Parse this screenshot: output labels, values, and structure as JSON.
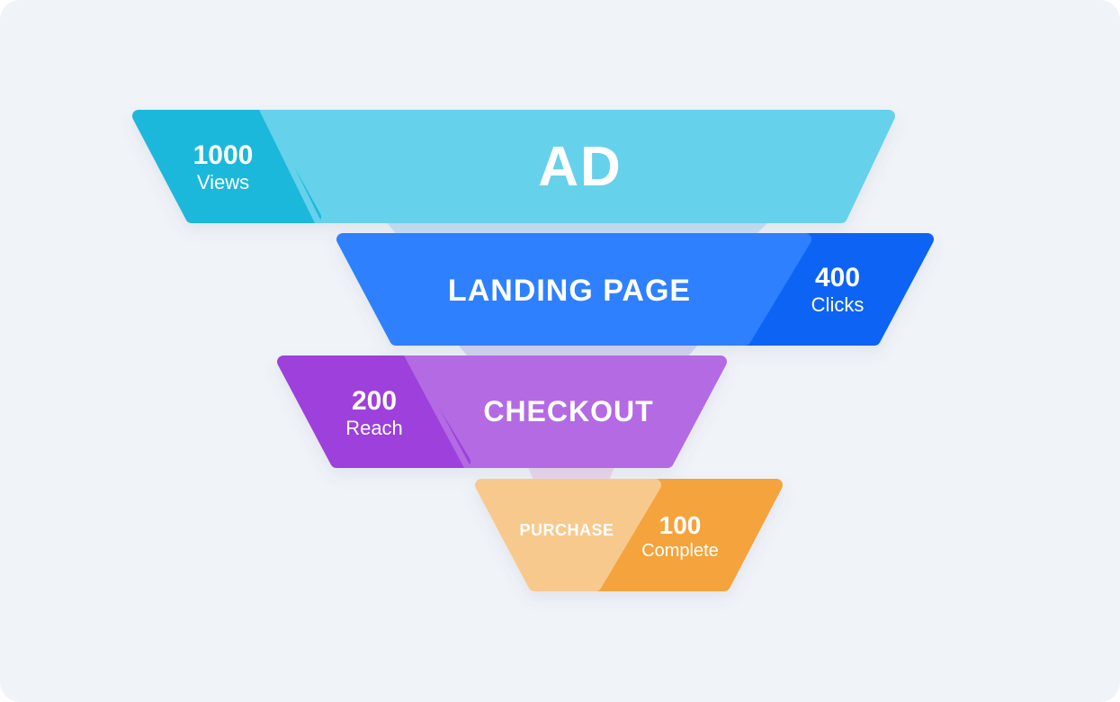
{
  "stages": [
    {
      "title": "AD",
      "value": "1000",
      "unit": "Views",
      "colors": {
        "main": "#66d1ea",
        "accent": "#1fb8dc"
      }
    },
    {
      "title": "LANDING PAGE",
      "value": "400",
      "unit": "Clicks",
      "colors": {
        "main": "#2f80ff",
        "accent": "#0a63f4"
      }
    },
    {
      "title": "CHECKOUT",
      "value": "200",
      "unit": "Reach",
      "colors": {
        "main": "#b36be3",
        "accent": "#9d3fdc"
      }
    },
    {
      "title": "PURCHASE",
      "value": "100",
      "unit": "Complete",
      "colors": {
        "main": "#f8c98d",
        "accent": "#f4a33e"
      }
    }
  ],
  "colors": {
    "background": "#f0f3f8",
    "text": "#ffffff"
  }
}
